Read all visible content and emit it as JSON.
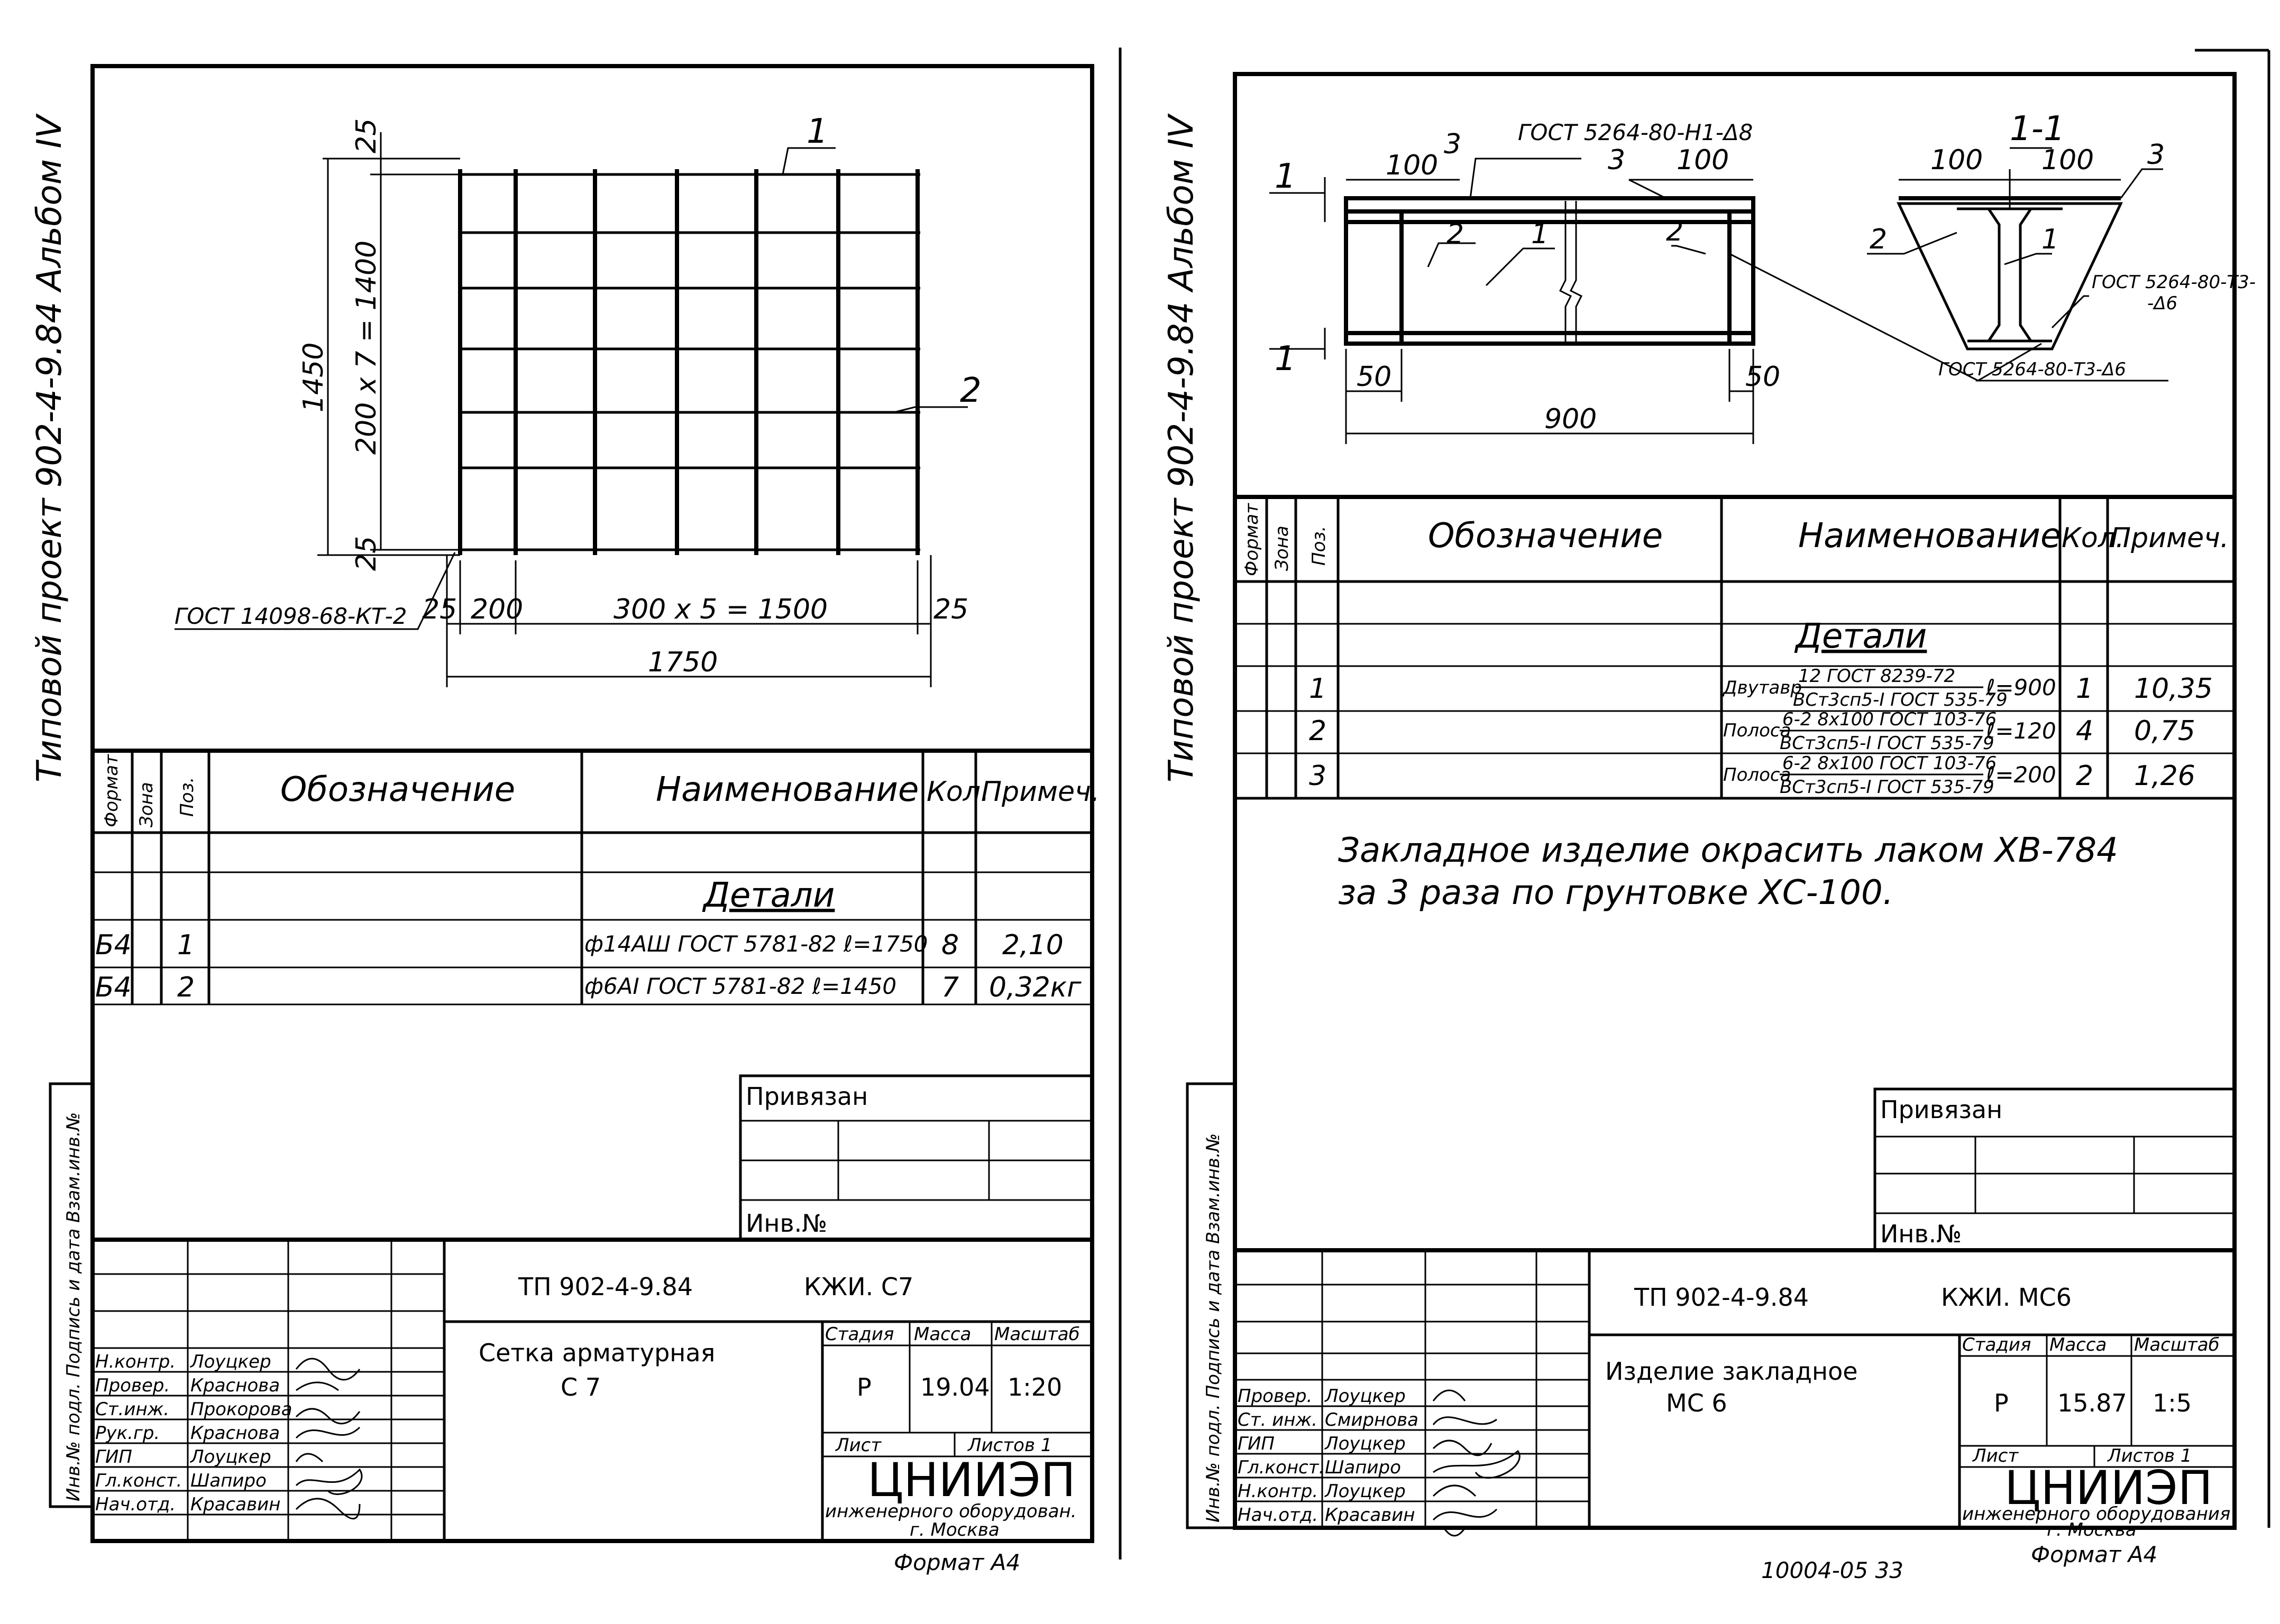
{
  "left": {
    "side_label": "Типовой проект 902-4-9.84 Альбом IV",
    "drawing": {
      "top_25": "25",
      "mark_1": "1",
      "height_1450": "1450",
      "inner_200x7": "200 x 7 = 1400",
      "mark_2": "2",
      "bot_25": "25",
      "gost_weld": "ГОСТ 14098-68-КТ-2",
      "d_25a": "25",
      "d_200": "200",
      "d_300x5": "300 x 5 = 1500",
      "d_25b": "25",
      "d_1750": "1750"
    },
    "spec": {
      "headers": [
        "Формат",
        "Зона",
        "Поз.",
        "Обозначение",
        "Наименование",
        "Кол.",
        "Примеч."
      ],
      "section": "Детали",
      "rows": [
        {
          "format": "Б4",
          "pos": "1",
          "name": "ф14АШ ГОСТ 5781-82 ℓ=1750",
          "qty": "8",
          "note": "2,10"
        },
        {
          "format": "Б4",
          "pos": "2",
          "name": "ф6АI ГОСТ 5781-82 ℓ=1450",
          "qty": "7",
          "note": "0,32кг"
        }
      ]
    },
    "tied": {
      "label": "Привязан",
      "inv": "Инв.№"
    },
    "stamp": {
      "code": "ТП 902-4-9.84",
      "mark": "КЖИ. С7",
      "title_line1": "Сетка арматурная",
      "title_line2": "С 7",
      "stage_h": "Стадия",
      "mass_h": "Масса",
      "scale_h": "Масштаб",
      "stage": "Р",
      "mass": "19.04",
      "scale": "1:20",
      "sheet": "Лист",
      "sheets": "Листов 1",
      "org1": "ЦНИИЭП",
      "org2": "инженерного оборудован.",
      "org3": "г. Москва",
      "people": [
        {
          "role": "Н.контр.",
          "name": "Лоуцкер"
        },
        {
          "role": "Провер.",
          "name": "Краснова"
        },
        {
          "role": "Ст.инж.",
          "name": "Прокорова"
        },
        {
          "role": "Рук.гр.",
          "name": "Краснова"
        },
        {
          "role": "ГИП",
          "name": "Лоуцкер"
        },
        {
          "role": "Гл.конст.",
          "name": "Шапиро"
        },
        {
          "role": "Нач.отд.",
          "name": "Красавин"
        }
      ],
      "side": "Инв.№ подл. Подпись и дата Взам.инв.№",
      "format": "Формат А4"
    }
  },
  "right": {
    "side_label": "Типовой проект 902-4-9.84 Альбом IV",
    "drawing": {
      "gost_top": "ГОСТ 5264-80-Н1-Δ8",
      "d100a": "100",
      "m3a": "3",
      "m3b": "3",
      "d100b": "100",
      "sec_a": "1",
      "sec_b": "1",
      "m2a": "2",
      "m1": "1",
      "m2b": "2",
      "d50a": "50",
      "d50b": "50",
      "d900": "900",
      "sec_title": "1-1",
      "s100a": "100",
      "s100b": "100",
      "s3": "3",
      "s2": "2",
      "s1": "1",
      "gost_side1": "ГОСТ 5264-80-Т3-",
      "gost_side2": "-Δ6",
      "gost_bottom": "ГОСТ 5264-80-Т3-Δ6"
    },
    "spec": {
      "headers": [
        "Формат",
        "Зона",
        "Поз.",
        "Обозначение",
        "Наименование",
        "Кол.",
        "Примеч."
      ],
      "section": "Детали",
      "rows": [
        {
          "pos": "1",
          "prefix": "Двутавр",
          "top": "12 ГОСТ 8239-72",
          "bottom": "ВСт3сп5-I ГОСТ 535-79",
          "len": "ℓ=900",
          "qty": "1",
          "note": "10,35"
        },
        {
          "pos": "2",
          "prefix": "Полоса",
          "top": "6-2 8х100 ГОСТ 103-76",
          "bottom": "ВСт3сп5-I ГОСТ 535-79",
          "len": "ℓ=120",
          "qty": "4",
          "note": "0,75"
        },
        {
          "pos": "3",
          "prefix": "Полоса",
          "top": "6-2 8х100 ГОСТ 103-76",
          "bottom": "ВСт3сп5-I ГОСТ 535-79",
          "len": "ℓ=200",
          "qty": "2",
          "note": "1,26"
        }
      ]
    },
    "note_line1": "Закладное изделие окрасить лаком ХВ-784",
    "note_line2": "за 3 раза по грунтовке ХС-100.",
    "tied": {
      "label": "Привязан",
      "inv": "Инв.№"
    },
    "stamp": {
      "code": "ТП 902-4-9.84",
      "mark": "КЖИ. МС6",
      "title_line1": "Изделие закладное",
      "title_line2": "МС 6",
      "stage_h": "Стадия",
      "mass_h": "Масса",
      "scale_h": "Масштаб",
      "stage": "Р",
      "mass": "15.87",
      "scale": "1:5",
      "sheet": "Лист",
      "sheets": "Листов 1",
      "org1": "ЦНИИЭП",
      "org2": "инженерного оборудования",
      "org3": "г. Москва",
      "people": [
        {
          "role": "Провер.",
          "name": "Лоуцкер"
        },
        {
          "role": "Ст. инж.",
          "name": "Смирнова"
        },
        {
          "role": "ГИП",
          "name": "Лоуцкер"
        },
        {
          "role": "Гл.конст.",
          "name": "Шапиро"
        },
        {
          "role": "Н.контр.",
          "name": "Лоуцкер"
        },
        {
          "role": "Нач.отд.",
          "name": "Красавин"
        }
      ],
      "side": "Инв.№ подл. Подпись и дата Взам.инв.№",
      "format": "Формат А4"
    },
    "footer": "10004-05 33"
  }
}
